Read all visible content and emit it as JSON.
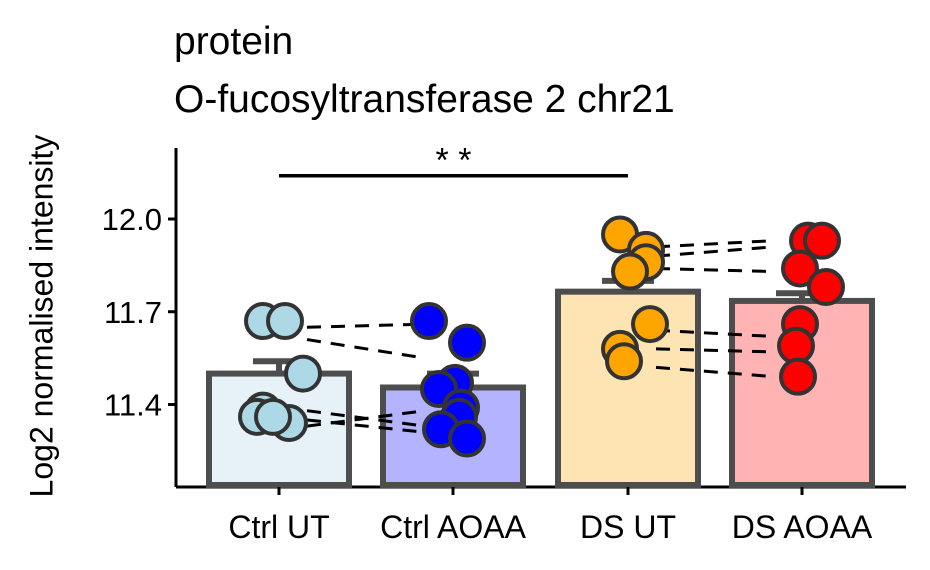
{
  "chart_data": {
    "type": "bar",
    "title": "protein",
    "subtitle": "O-fucosyltransferase 2 chr21",
    "ylabel": "Log2 normalised intensity",
    "xlabel": "",
    "ylim": [
      11.14,
      12.23
    ],
    "yticks": [
      "11.4",
      "11.7",
      "12.0"
    ],
    "categories": [
      "Ctrl UT",
      "Ctrl AOAA",
      "DS UT",
      "DS AOAA"
    ],
    "bar_fill": [
      "#e6f2f8",
      "#b3b3ff",
      "#ffe4b3",
      "#ffb3b3"
    ],
    "point_fill": [
      "#add8e6",
      "#0000ff",
      "#ffa500",
      "#ff0000"
    ],
    "bar_means": [
      11.5,
      11.455,
      11.765,
      11.735
    ],
    "error_upper": [
      11.54,
      11.5,
      11.8,
      11.76
    ],
    "points": [
      [
        11.67,
        11.67,
        11.5,
        11.38,
        11.36,
        11.34,
        11.36
      ],
      [
        11.67,
        11.6,
        11.47,
        11.45,
        11.39,
        11.36,
        11.32,
        11.29
      ],
      [
        11.95,
        11.9,
        11.86,
        11.83,
        11.66,
        11.58,
        11.54
      ],
      [
        11.93,
        11.93,
        11.84,
        11.78,
        11.66,
        11.59,
        11.49
      ]
    ],
    "pairs": [
      {
        "from": [
          11.65,
          11.66
        ]
      },
      {
        "from": [
          11.61,
          11.55
        ]
      },
      {
        "from": [
          11.38,
          11.33
        ]
      },
      {
        "from": [
          11.35,
          11.31
        ]
      },
      {
        "from": [
          11.33,
          11.38
        ]
      },
      {
        "from": [
          11.91,
          11.93
        ]
      },
      {
        "from": [
          11.88,
          11.91
        ]
      },
      {
        "from": [
          11.84,
          11.83
        ]
      },
      {
        "from": [
          11.64,
          11.62
        ]
      },
      {
        "from": [
          11.58,
          11.57
        ]
      },
      {
        "from": [
          11.52,
          11.49
        ]
      }
    ],
    "significance": {
      "from": "Ctrl UT",
      "to": "DS UT",
      "y": 12.14,
      "label": "* *"
    }
  }
}
